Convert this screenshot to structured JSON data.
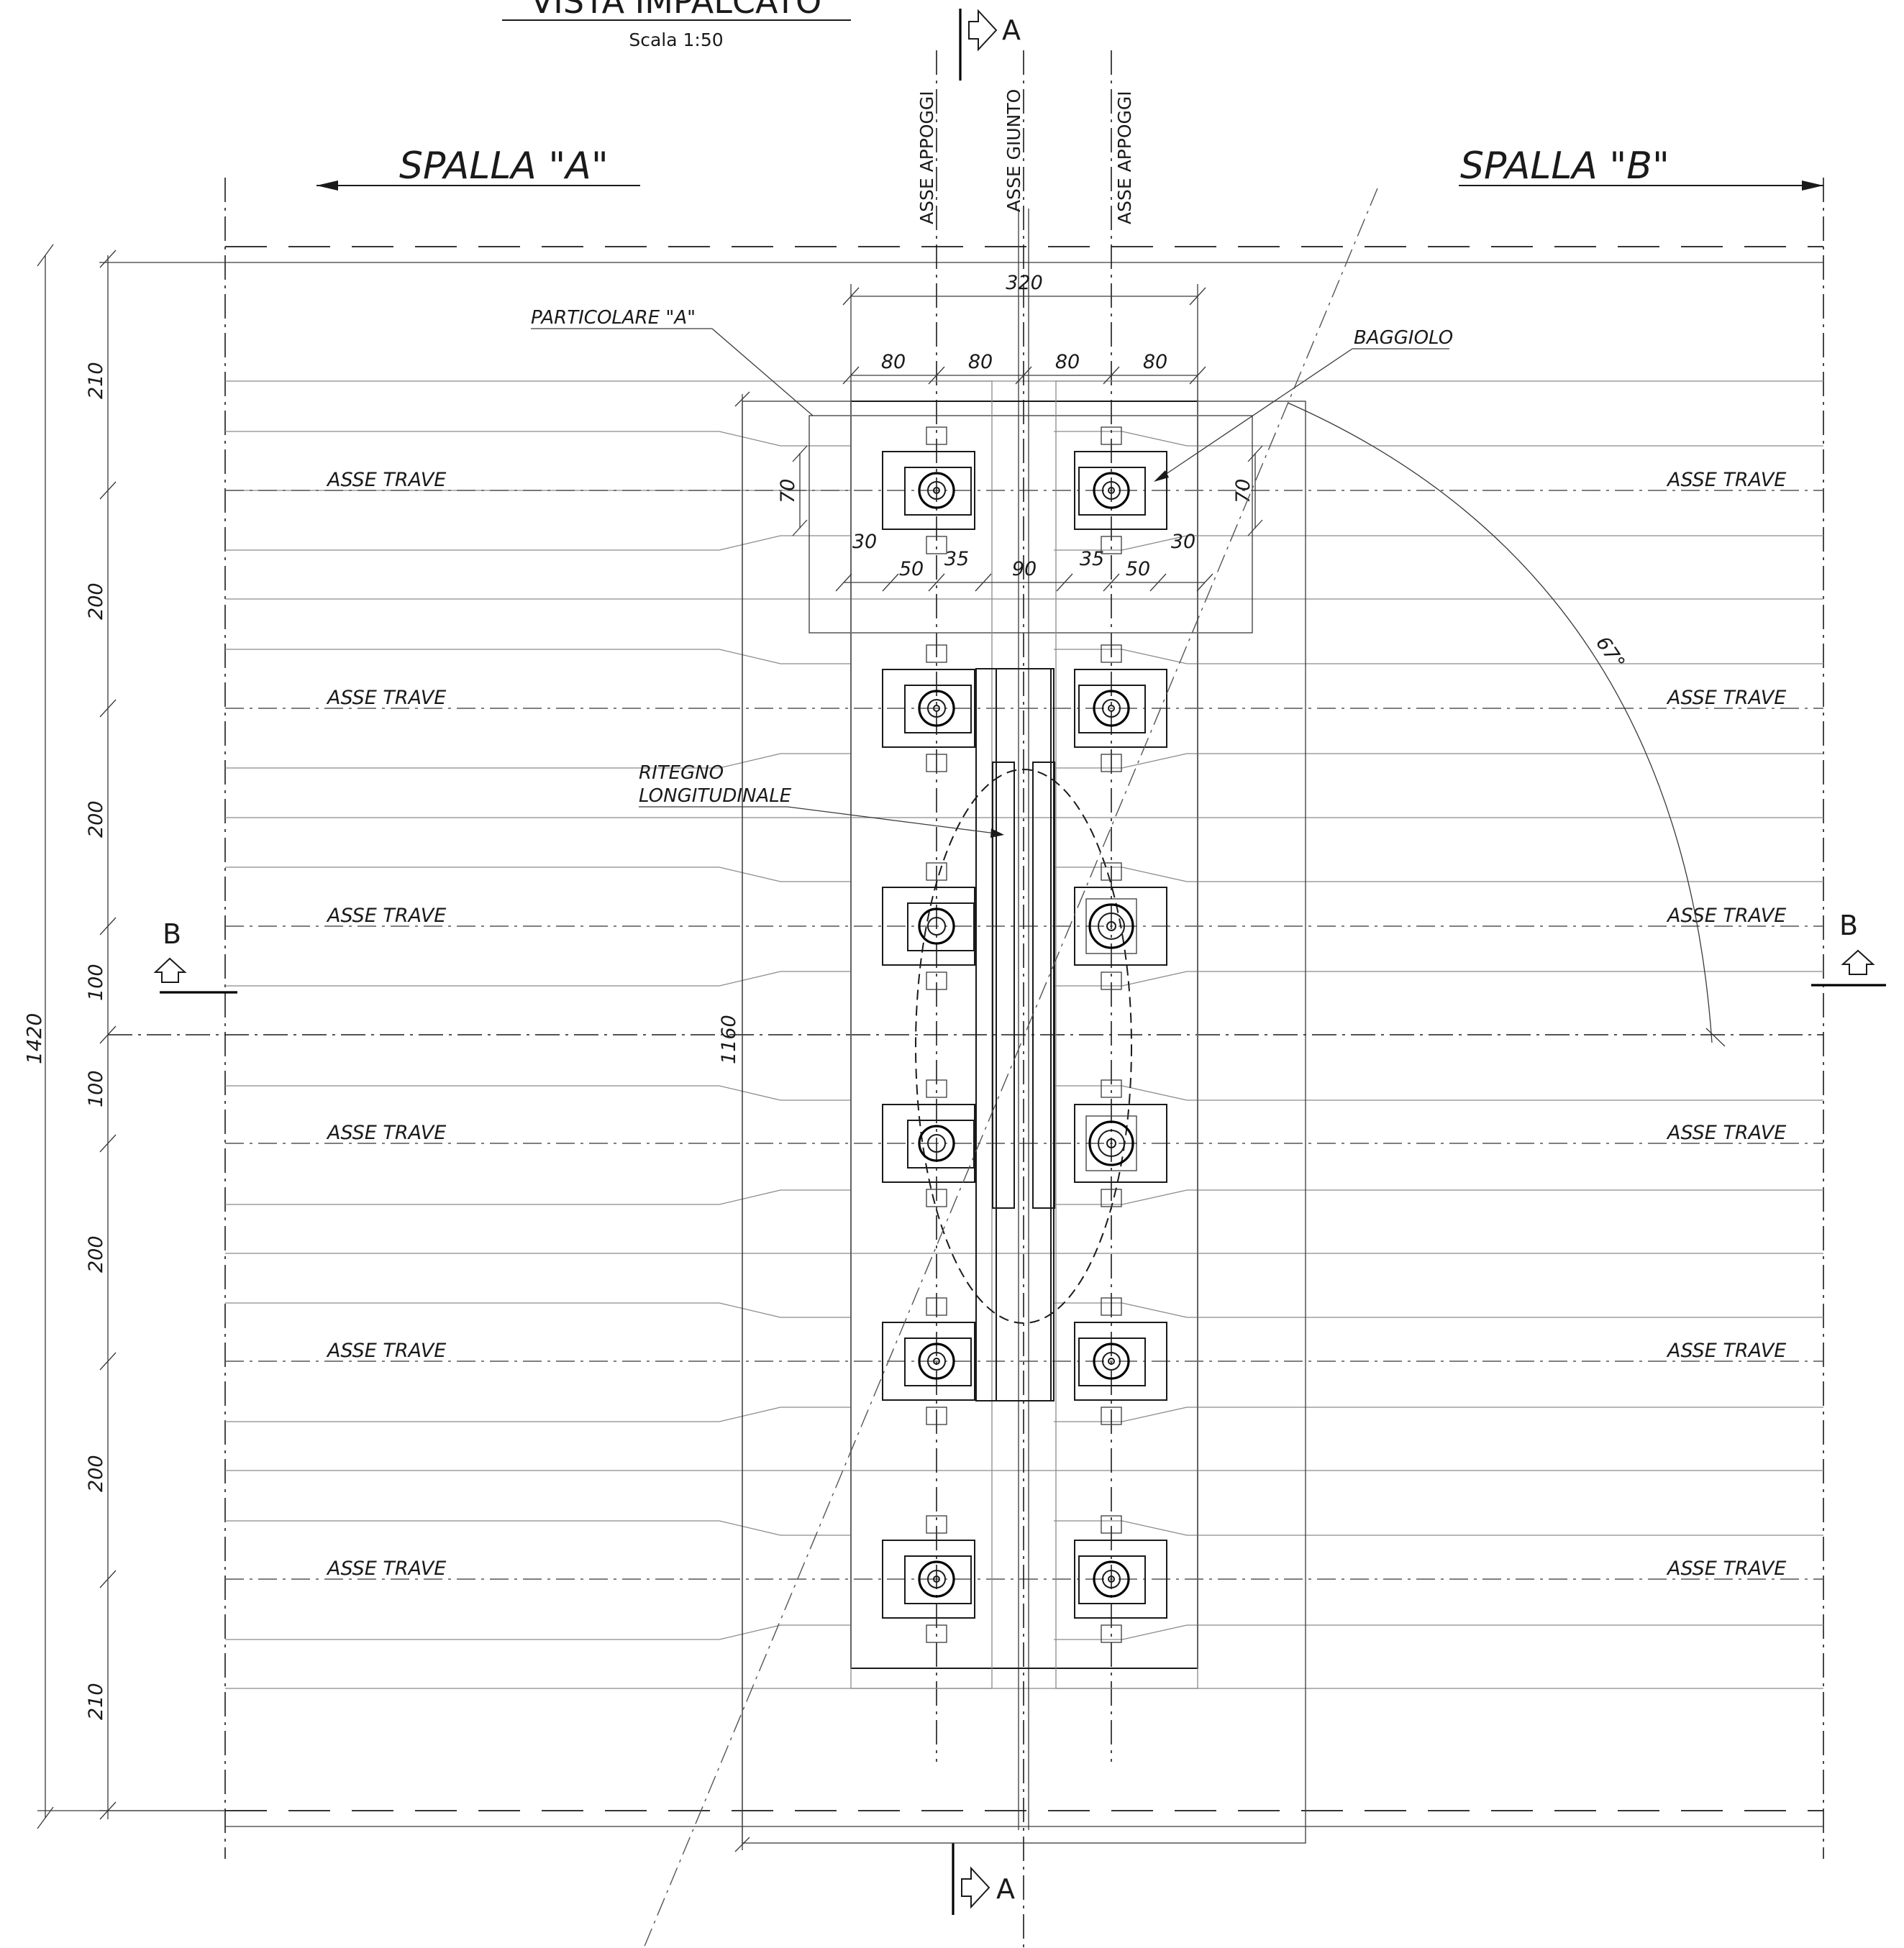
{
  "title": "VISTA IMPALCATO",
  "scale": "Scala 1:50",
  "section_a": "A",
  "section_b": "B",
  "abutments": {
    "left": "SPALLA \"A\"",
    "right": "SPALLA \"B\""
  },
  "axes": {
    "bearings": "ASSE APPOGGI",
    "joint": "ASSE GIUNTO"
  },
  "beam_axis_label": "ASSE TRAVE",
  "callouts": {
    "detail": "PARTICOLARE \"A\"",
    "pedestal": "BAGGIOLO",
    "restraint_line1": "RITEGNO",
    "restraint_line2": "LONGITUDINALE"
  },
  "dimensions": {
    "overall_height": "1420",
    "plate_height": "1160",
    "top_width": "320",
    "top_segments": [
      "80",
      "80",
      "80",
      "80"
    ],
    "pedestal_depth": "70",
    "offset": "30",
    "bottom_segments": [
      "50",
      "35",
      "90",
      "35",
      "50"
    ],
    "spacing_left": [
      "210",
      "200",
      "200",
      "100",
      "100",
      "200",
      "200",
      "210"
    ],
    "skew_angle": "67°"
  }
}
